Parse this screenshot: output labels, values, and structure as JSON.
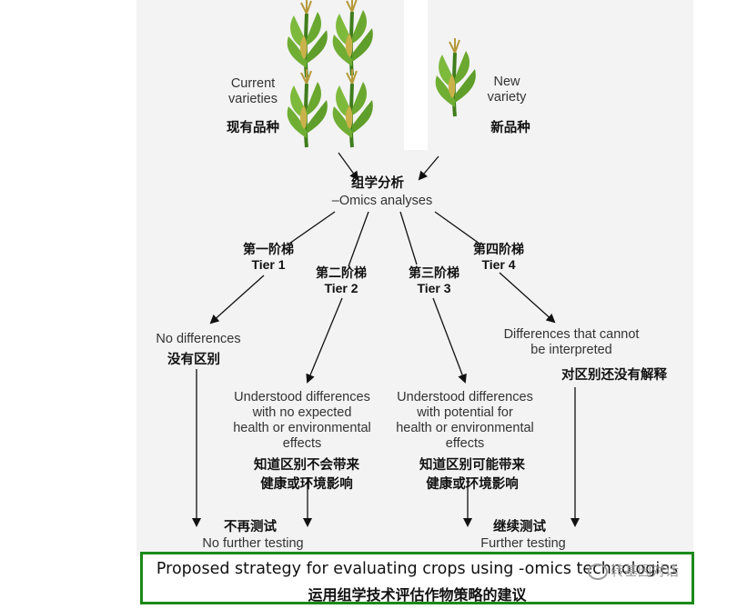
{
  "current_varieties": {
    "en_line1": "Current",
    "en_line2": "varieties",
    "cn": "现有品种"
  },
  "new_variety": {
    "en_line1": "New",
    "en_line2": "variety",
    "cn": "新品种"
  },
  "omics": {
    "cn": "组学分析",
    "en": "–Omics analyses"
  },
  "tiers": [
    {
      "cn": "第一阶梯",
      "en": "Tier 1"
    },
    {
      "cn": "第二阶梯",
      "en": "Tier 2"
    },
    {
      "cn": "第三阶梯",
      "en": "Tier 3"
    },
    {
      "cn": "第四阶梯",
      "en": "Tier 4"
    }
  ],
  "outcomes": {
    "no_diff": {
      "en": "No differences",
      "cn": "没有区别"
    },
    "no_effect": {
      "en": [
        "Understood differences",
        "with no expected",
        "health or environmental",
        "effects"
      ],
      "cn": [
        "知道区别不会带来",
        "健康或环境影响"
      ]
    },
    "potential": {
      "en": [
        "Understood differences",
        "with potential for",
        "health or environmental",
        "effects"
      ],
      "cn": [
        "知道区别可能带来",
        "健康或环境影响"
      ]
    },
    "uninterpreted": {
      "en": [
        "Differences that cannot",
        "be interpreted"
      ],
      "cn": "对区别还没有解释"
    }
  },
  "results": {
    "no_further": {
      "cn": "不再测试",
      "en": "No further testing"
    },
    "further": {
      "cn": "继续测试",
      "en": "Further testing"
    }
  },
  "caption": {
    "en": "Proposed strategy for evaluating crops using -omics technologies",
    "cn": "运用组学技术评估作物策略的建议"
  },
  "watermark": "转基因对话",
  "colors": {
    "caption_border": "#1a8a1a",
    "panel": "#f3f3f3",
    "leaf": "#5f9e2a"
  }
}
